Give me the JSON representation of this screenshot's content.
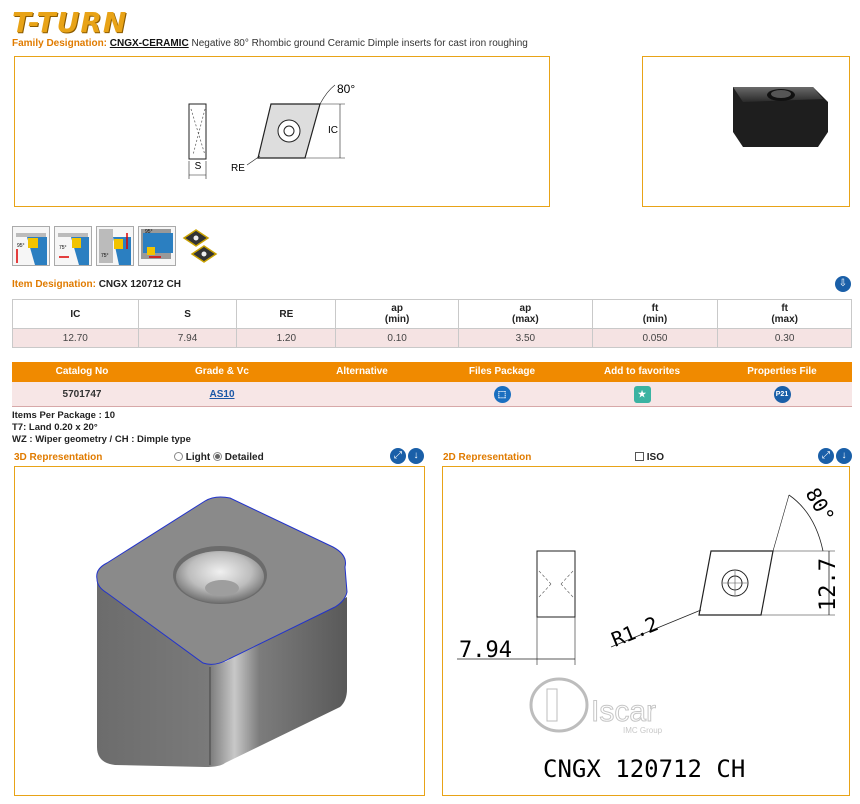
{
  "brand": {
    "logo": "T-TURN"
  },
  "family": {
    "label": "Family Designation:",
    "code": "CNGX-CERAMIC",
    "description": "Negative 80° Rhombic ground Ceramic Dimple inserts for cast iron roughing"
  },
  "diagram": {
    "angle": "80°",
    "ic": "IC",
    "s": "S",
    "re": "RE"
  },
  "item": {
    "label": "Item Designation:",
    "value": "CNGX 120712 CH"
  },
  "params": {
    "headers": [
      {
        "name": "IC",
        "sub": ""
      },
      {
        "name": "S",
        "sub": ""
      },
      {
        "name": "RE",
        "sub": ""
      },
      {
        "name": "ap",
        "sub": "(min)"
      },
      {
        "name": "ap",
        "sub": "(max)"
      },
      {
        "name": "ft",
        "sub": "(min)"
      },
      {
        "name": "ft",
        "sub": "(max)"
      }
    ],
    "values": [
      "12.70",
      "7.94",
      "1.20",
      "0.10",
      "3.50",
      "0.050",
      "0.30"
    ]
  },
  "catalog": {
    "headers": [
      "Catalog No",
      "Grade & Vc",
      "Alternative",
      "Files Package",
      "Add to favorites",
      "Properties File"
    ],
    "row": {
      "catalog_no": "5701747",
      "grade": "AS10",
      "alternative": "",
      "properties_badge": "P21"
    }
  },
  "notes": [
    "Items Per Package : 10",
    "T7: Land 0.20 x 20°",
    "WZ : Wiper geometry / CH : Dimple type"
  ],
  "rep3d": {
    "title": "3D Representation",
    "opt_light": "Light",
    "opt_detailed": "Detailed",
    "selected": "Detailed"
  },
  "rep2d": {
    "title": "2D Representation",
    "iso_label": "ISO",
    "dim_s": "7.94",
    "dim_r": "R1.2",
    "dim_ic": "12.7",
    "dim_angle": "80°",
    "watermark": "Iscar",
    "watermark_sub": "IMC Group",
    "designation": "CNGX 120712 CH"
  },
  "tool_icons": [
    "tool-95-icon",
    "tool-75-icon",
    "tool-75b-icon",
    "tool-95b-icon",
    "insert-pair-icon"
  ],
  "colors": {
    "accent": "#e8a317",
    "header_orange": "#f08a00",
    "row_pink": "#f5e3e3",
    "link_blue": "#1a57a6"
  }
}
